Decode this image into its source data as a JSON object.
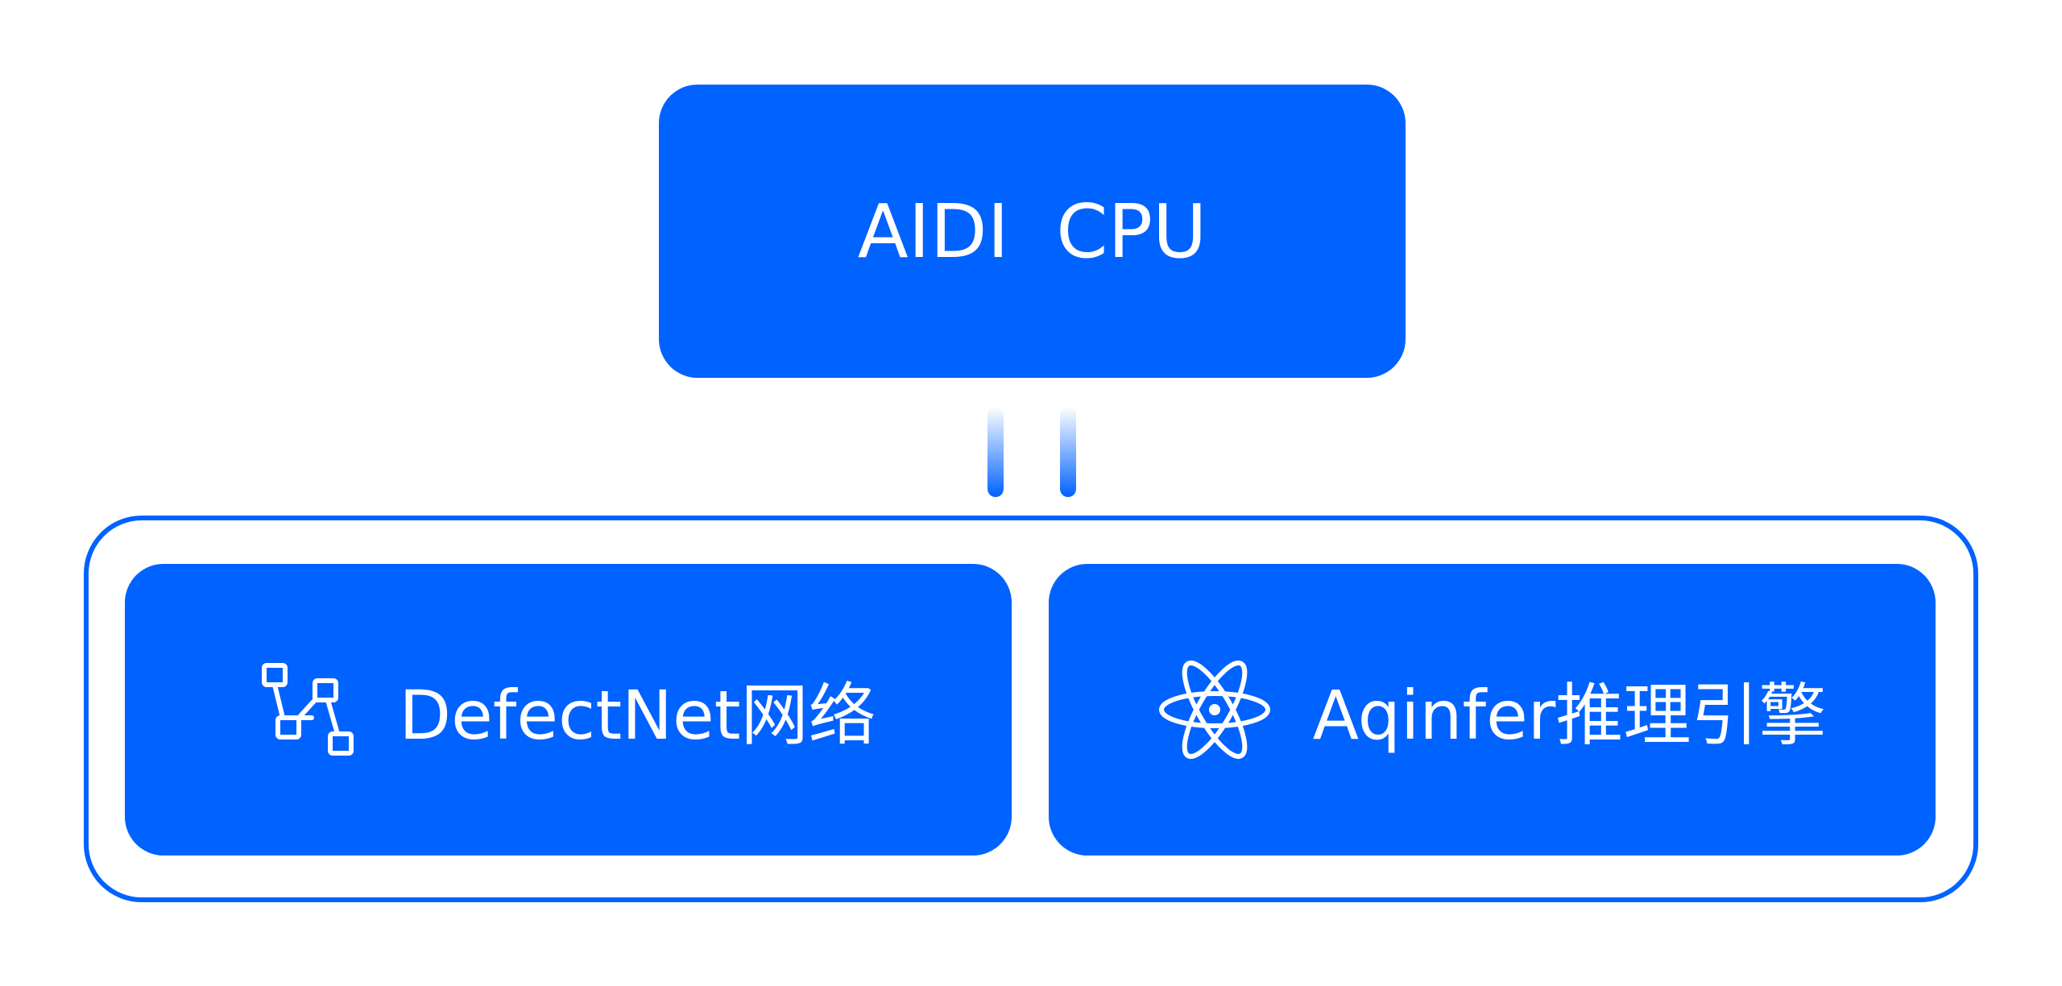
{
  "cpu": {
    "label": "AIDI  CPU"
  },
  "modules": [
    {
      "label": "DefectNet网络",
      "icon": "network-nodes-icon"
    },
    {
      "label": "Aqinfer推理引擎",
      "icon": "atom-icon"
    }
  ],
  "colors": {
    "primary": "#0062FF",
    "text": "#FFFFFF",
    "background": "#FFFFFF"
  }
}
